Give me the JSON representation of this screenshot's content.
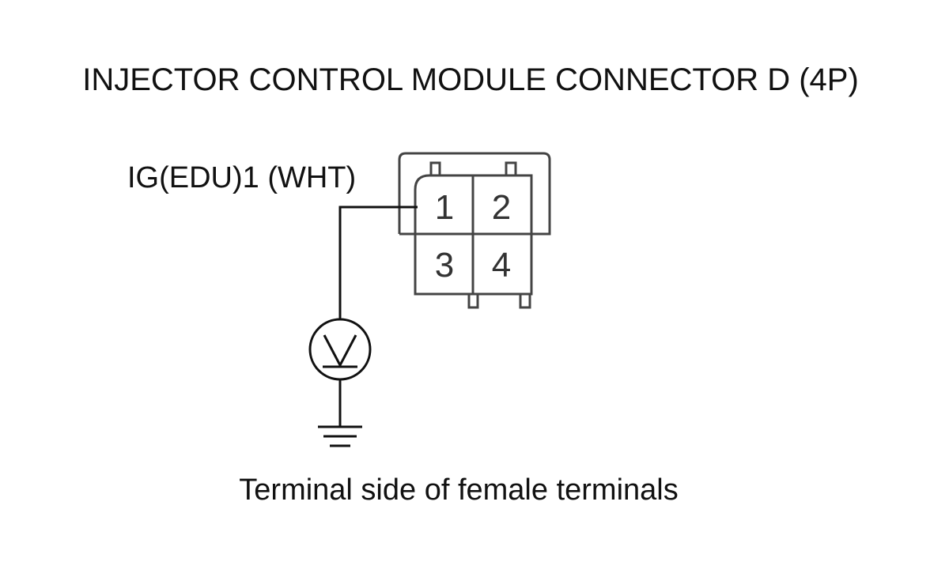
{
  "title": "INJECTOR CONTROL MODULE CONNECTOR D (4P)",
  "wire_label": "IG(EDU)1 (WHT)",
  "caption": "Terminal side of female terminals",
  "connector": {
    "pins": [
      {
        "number": "1"
      },
      {
        "number": "2"
      },
      {
        "number": "3"
      },
      {
        "number": "4"
      }
    ]
  },
  "meter": {
    "icon": "voltmeter-icon",
    "symbol": "V"
  },
  "ground": {
    "icon": "ground-icon"
  }
}
